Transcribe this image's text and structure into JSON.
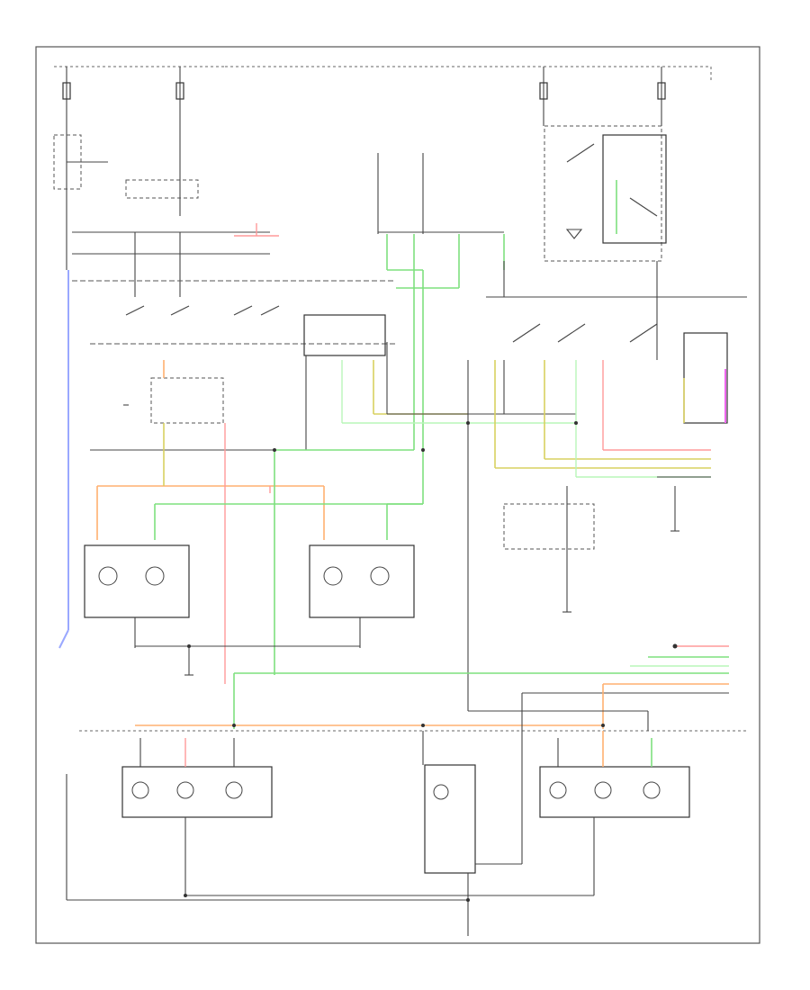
{
  "diagram": {
    "footer_code": "",
    "components": [
      {
        "id": "fuse-box",
        "label": ""
      },
      {
        "id": "headlight-switch",
        "label": ""
      },
      {
        "id": "dimmer-switch",
        "label": ""
      },
      {
        "id": "left-front-lamp",
        "label": ""
      },
      {
        "id": "right-front-lamp",
        "label": ""
      },
      {
        "id": "left-rear-lamp",
        "label": ""
      },
      {
        "id": "right-rear-lamp",
        "label": ""
      },
      {
        "id": "license-lamp",
        "label": ""
      },
      {
        "id": "trailer-connector",
        "label": ""
      }
    ]
  }
}
